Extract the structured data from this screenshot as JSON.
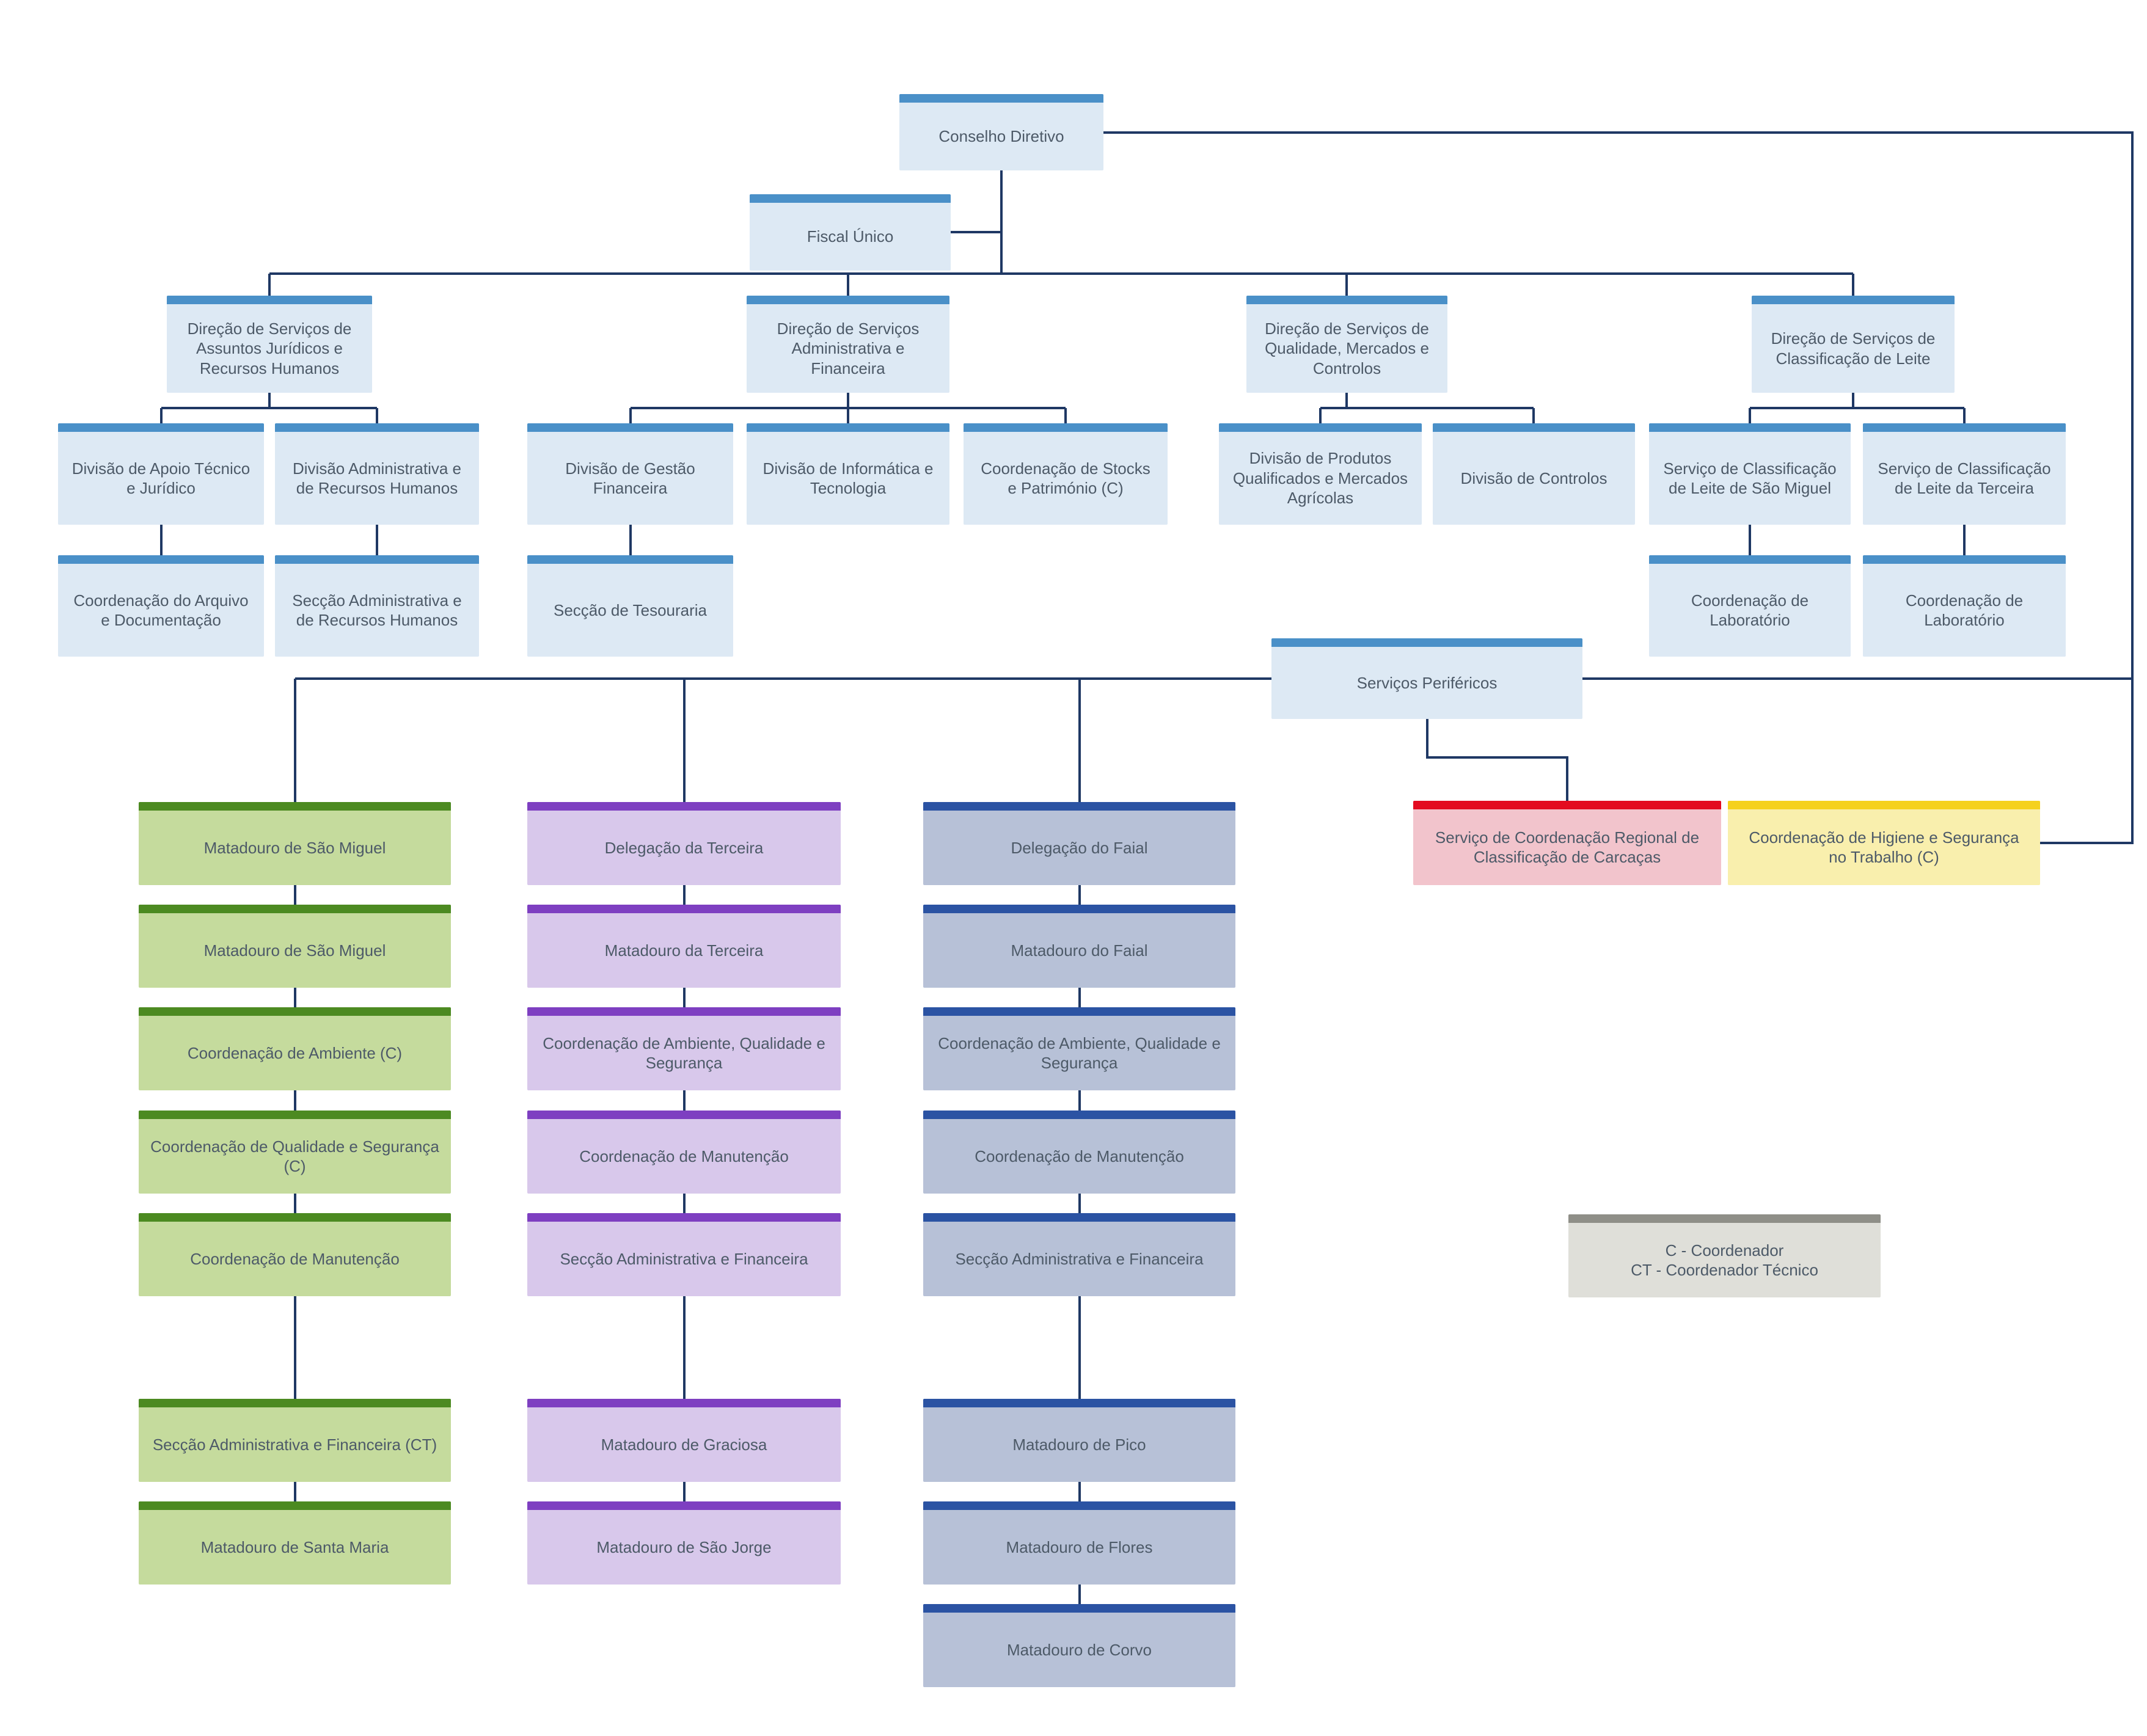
{
  "palette": {
    "connector_line": "#1f3864",
    "blue_bar": "#4a90c8",
    "blue_fill": "#dde9f4",
    "green_bar": "#4c8a21",
    "green_fill": "#c5db9d",
    "purple_bar": "#7e3fc1",
    "purple_fill": "#d8c8eb",
    "navy_bar": "#2b53a3",
    "navy_fill": "#b7c1d7",
    "red_bar": "#e30b20",
    "red_fill": "#f2c4cc",
    "yellow_bar": "#f5d11d",
    "yellow_fill": "#f9efad",
    "gray_bar": "#8f8f88",
    "gray_fill": "#dfdfd9"
  },
  "nodes": {
    "conselho_diretivo": "Conselho Diretivo",
    "fiscal_unico": "Fiscal Único",
    "dir_juridicos_rh": "Direção de Serviços de Assuntos Jurídicos e Recursos Humanos",
    "dir_admin_financeira": "Direção de Serviços Administrativa e Financeira",
    "dir_qualidade_mercados": "Direção de Serviços de Qualidade, Mercados e Controlos",
    "dir_classificacao_leite": "Direção de Serviços de Classificação de Leite",
    "div_apoio_tecnico_juridico": "Divisão de Apoio Técnico e Jurídico",
    "div_administrativa_rh": "Divisão Administrativa e de Recursos Humanos",
    "div_gestao_financeira": "Divisão de Gestão Financeira",
    "div_informatica_tecnologia": "Divisão de Informática e Tecnologia",
    "coord_stocks_patrimonio": "Coordenação de Stocks e Património (C)",
    "div_produtos_qualificados": "Divisão de Produtos Qualificados e Mercados Agrícolas",
    "div_controlos": "Divisão de Controlos",
    "serv_class_leite_sao_miguel": "Serviço de Classificação de Leite de São Miguel",
    "serv_class_leite_terceira": "Serviço de Classificação de Leite da Terceira",
    "coord_arquivo_documentacao": "Coordenação do Arquivo e Documentação",
    "sec_administrativa_rh": "Secção Administrativa e de Recursos Humanos",
    "sec_tesouraria": "Secção de Tesouraria",
    "coord_laboratorio_1": "Coordenação de Laboratório",
    "coord_laboratorio_2": "Coordenação de Laboratório",
    "servicos_perifericos": "Serviços Periféricos",
    "serv_coord_regional_carcacas": "Serviço de Coordenação Regional de Classificação de Carcaças",
    "coord_higiene_seguranca": "Coordenação de Higiene e Segurança no Trabalho (C)"
  },
  "columns": {
    "sao_miguel": [
      "Matadouro de São Miguel",
      "Matadouro de São Miguel",
      "Coordenação de Ambiente (C)",
      "Coordenação de Qualidade e Segurança (C)",
      "Coordenação de Manutenção",
      "Secção Administrativa e Financeira (CT)",
      "Matadouro de Santa Maria"
    ],
    "terceira": [
      "Delegação da Terceira",
      "Matadouro da Terceira",
      "Coordenação de Ambiente, Qualidade e Segurança",
      "Coordenação de Manutenção",
      "Secção Administrativa e Financeira",
      "Matadouro de Graciosa",
      "Matadouro de São Jorge"
    ],
    "faial": [
      "Delegação do Faial",
      "Matadouro do Faial",
      "Coordenação de Ambiente, Qualidade e Segurança",
      "Coordenação de Manutenção",
      "Secção Administrativa e Financeira",
      "Matadouro de Pico",
      "Matadouro de Flores",
      "Matadouro de Corvo"
    ]
  },
  "legend": {
    "line1": "C - Coordenador",
    "line2": "CT - Coordenador Técnico"
  }
}
